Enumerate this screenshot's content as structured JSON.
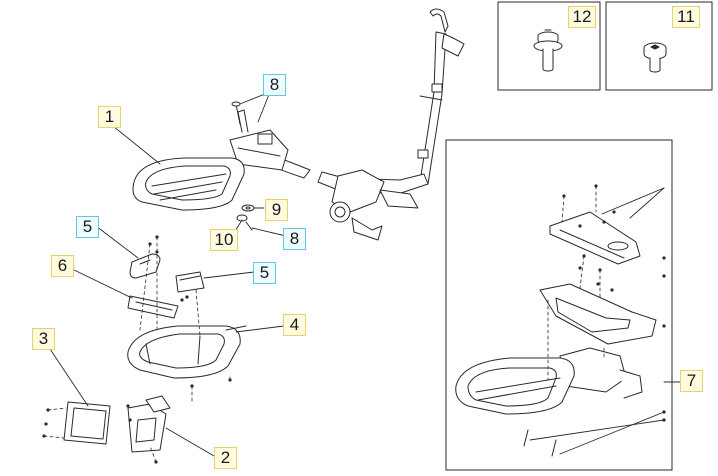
{
  "diagram": {
    "callouts": [
      {
        "id": "c12",
        "text": "12",
        "style": "yellow"
      },
      {
        "id": "c11",
        "text": "11",
        "style": "yellow"
      },
      {
        "id": "c8a",
        "text": "8",
        "style": "cyan"
      },
      {
        "id": "c1",
        "text": "1",
        "style": "yellow"
      },
      {
        "id": "c9",
        "text": "9",
        "style": "yellow"
      },
      {
        "id": "c10",
        "text": "10",
        "style": "yellow"
      },
      {
        "id": "c8b",
        "text": "8",
        "style": "cyan"
      },
      {
        "id": "c5a",
        "text": "5",
        "style": "cyan"
      },
      {
        "id": "c6",
        "text": "6",
        "style": "yellow"
      },
      {
        "id": "c5b",
        "text": "5",
        "style": "cyan"
      },
      {
        "id": "c4",
        "text": "4",
        "style": "yellow"
      },
      {
        "id": "c3",
        "text": "3",
        "style": "yellow"
      },
      {
        "id": "c2",
        "text": "2",
        "style": "yellow"
      },
      {
        "id": "c7",
        "text": "7",
        "style": "yellow"
      }
    ],
    "colors": {
      "line": "#2a2a2a",
      "callout_yellow_bg": "#fffbe0",
      "callout_cyan_bg": "#eefcff"
    }
  }
}
